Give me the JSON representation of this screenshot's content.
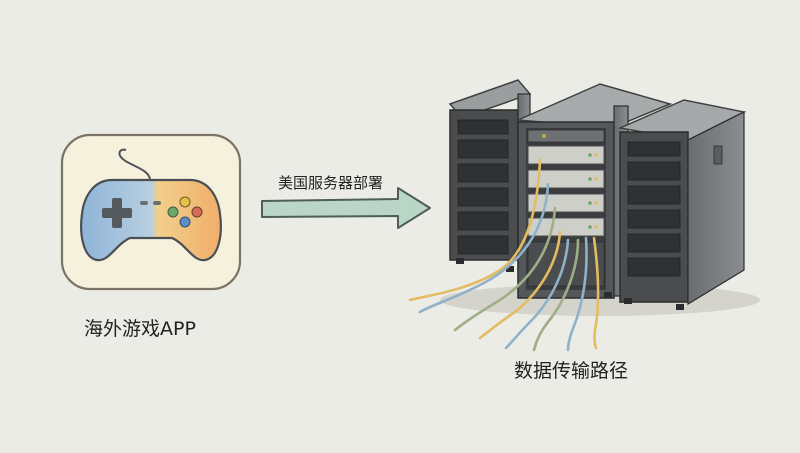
{
  "labels": {
    "app": "海外游戏APP",
    "arrow": "美国服务器部署",
    "path": "数据传输路径"
  },
  "icons": {
    "app": "gamepad-icon",
    "servers": "server-rack-icon"
  },
  "colors": {
    "background": "#ecece6",
    "app_tile": "#f6f1dc",
    "gamepad_blue": "#8fb4d8",
    "gamepad_orange": "#efae6a",
    "arrow_fill": "#b9d6c7",
    "arrow_stroke": "#4f5f57",
    "rack_dark": "#4a4c4e",
    "rack_mid": "#6f7274",
    "cable_yellow": "#e3bc63",
    "cable_blue": "#8fb2c9",
    "cable_green": "#9fae86"
  }
}
